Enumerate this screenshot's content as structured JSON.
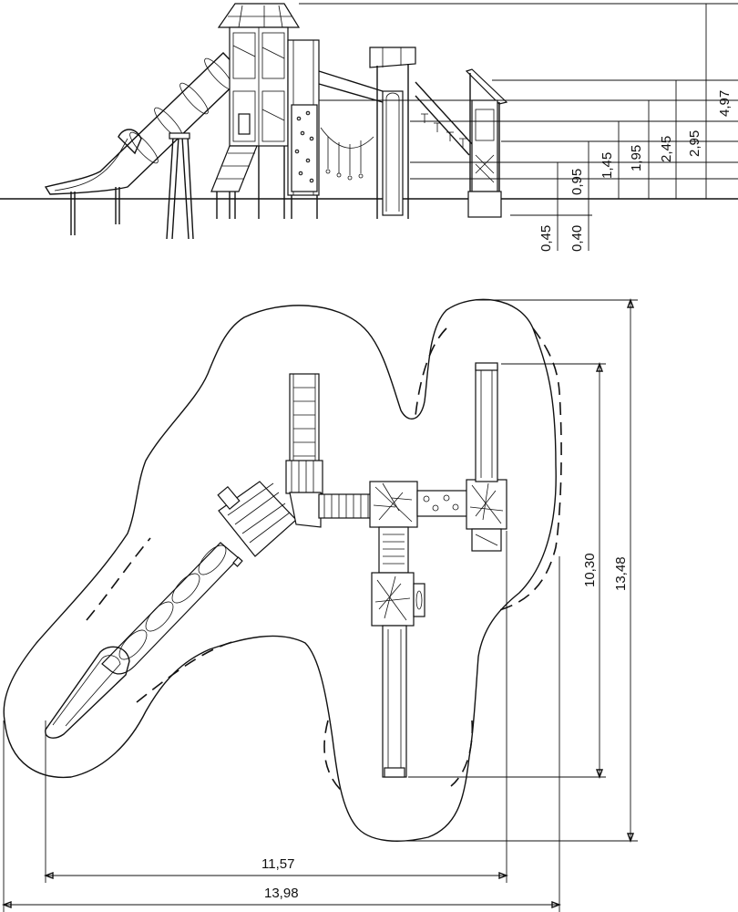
{
  "elevation": {
    "height_labels": [
      "0,95",
      "1,45",
      "1,95",
      "2,45",
      "2,95",
      "4,97"
    ],
    "depth_labels": [
      "0,45",
      "0,40"
    ]
  },
  "plan": {
    "width_inner": "11,57",
    "width_outer": "13,98",
    "length_inner": "10,30",
    "length_outer": "13,48"
  }
}
